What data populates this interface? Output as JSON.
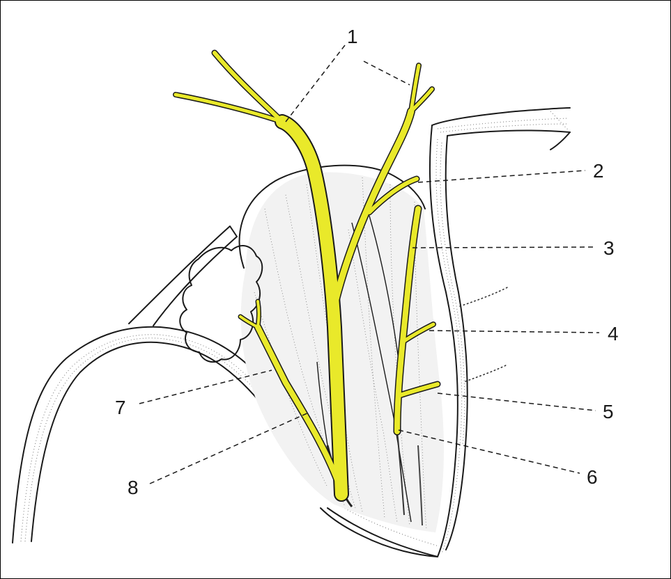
{
  "colors": {
    "nerve": "#e9e92a",
    "outline": "#1a1a1a",
    "background": "#ffffff"
  },
  "labels": {
    "l1": "1",
    "l2": "2",
    "l3": "3",
    "l4": "4",
    "l5": "5",
    "l6": "6",
    "l7": "7",
    "l8": "8"
  }
}
